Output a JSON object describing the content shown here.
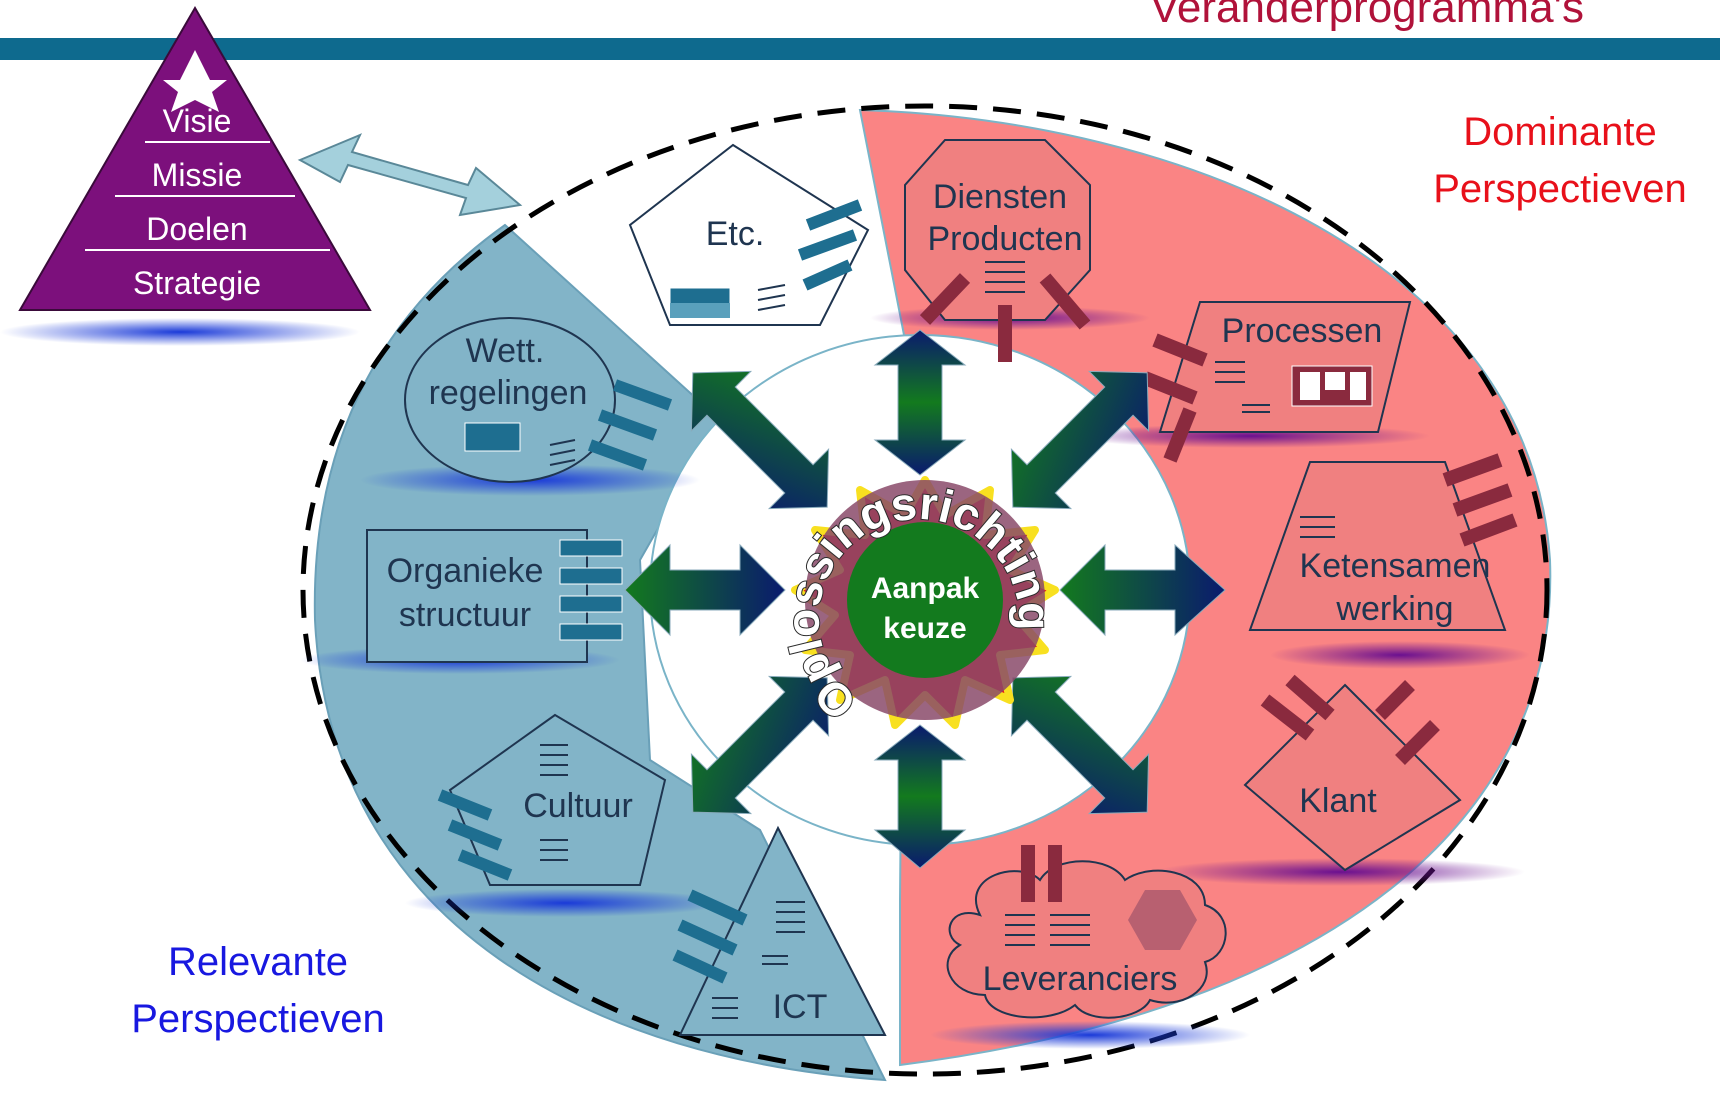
{
  "header": {
    "title": "Veranderprogramma's"
  },
  "pyramid": {
    "levels": [
      "Visie",
      "Missie",
      "Doelen",
      "Strategie"
    ]
  },
  "groups": {
    "dominant": "Dominante Perspectieven",
    "dominant_line1": "Dominante",
    "dominant_line2": "Perspectieven",
    "relevant_line1": "Relevante",
    "relevant_line2": "Perspectieven"
  },
  "perspectives": {
    "etc": "Etc.",
    "diensten_1": "Diensten",
    "diensten_2": "Producten",
    "processen": "Processen",
    "keten_1": "Ketensamen",
    "keten_2": "werking",
    "klant": "Klant",
    "leveranciers": "Leveranciers",
    "wett_1": "Wett.",
    "wett_2": "regelingen",
    "organieke_1": "Organieke",
    "organieke_2": "structuur",
    "cultuur": "Cultuur",
    "ict": "ICT"
  },
  "center": {
    "line1": "Aanpak",
    "line2": "keuze",
    "ring_text": "Oplossingsrichting"
  },
  "colors": {
    "header_bar": "#0e6a8e",
    "pyramid": "#7c107c",
    "dominant_bg": "#fa8484",
    "relevant_bg": "#82b4c8",
    "arrow_dark": "#0a1a6e",
    "arrow_green": "#137a1e",
    "center_green": "#137a1e"
  }
}
